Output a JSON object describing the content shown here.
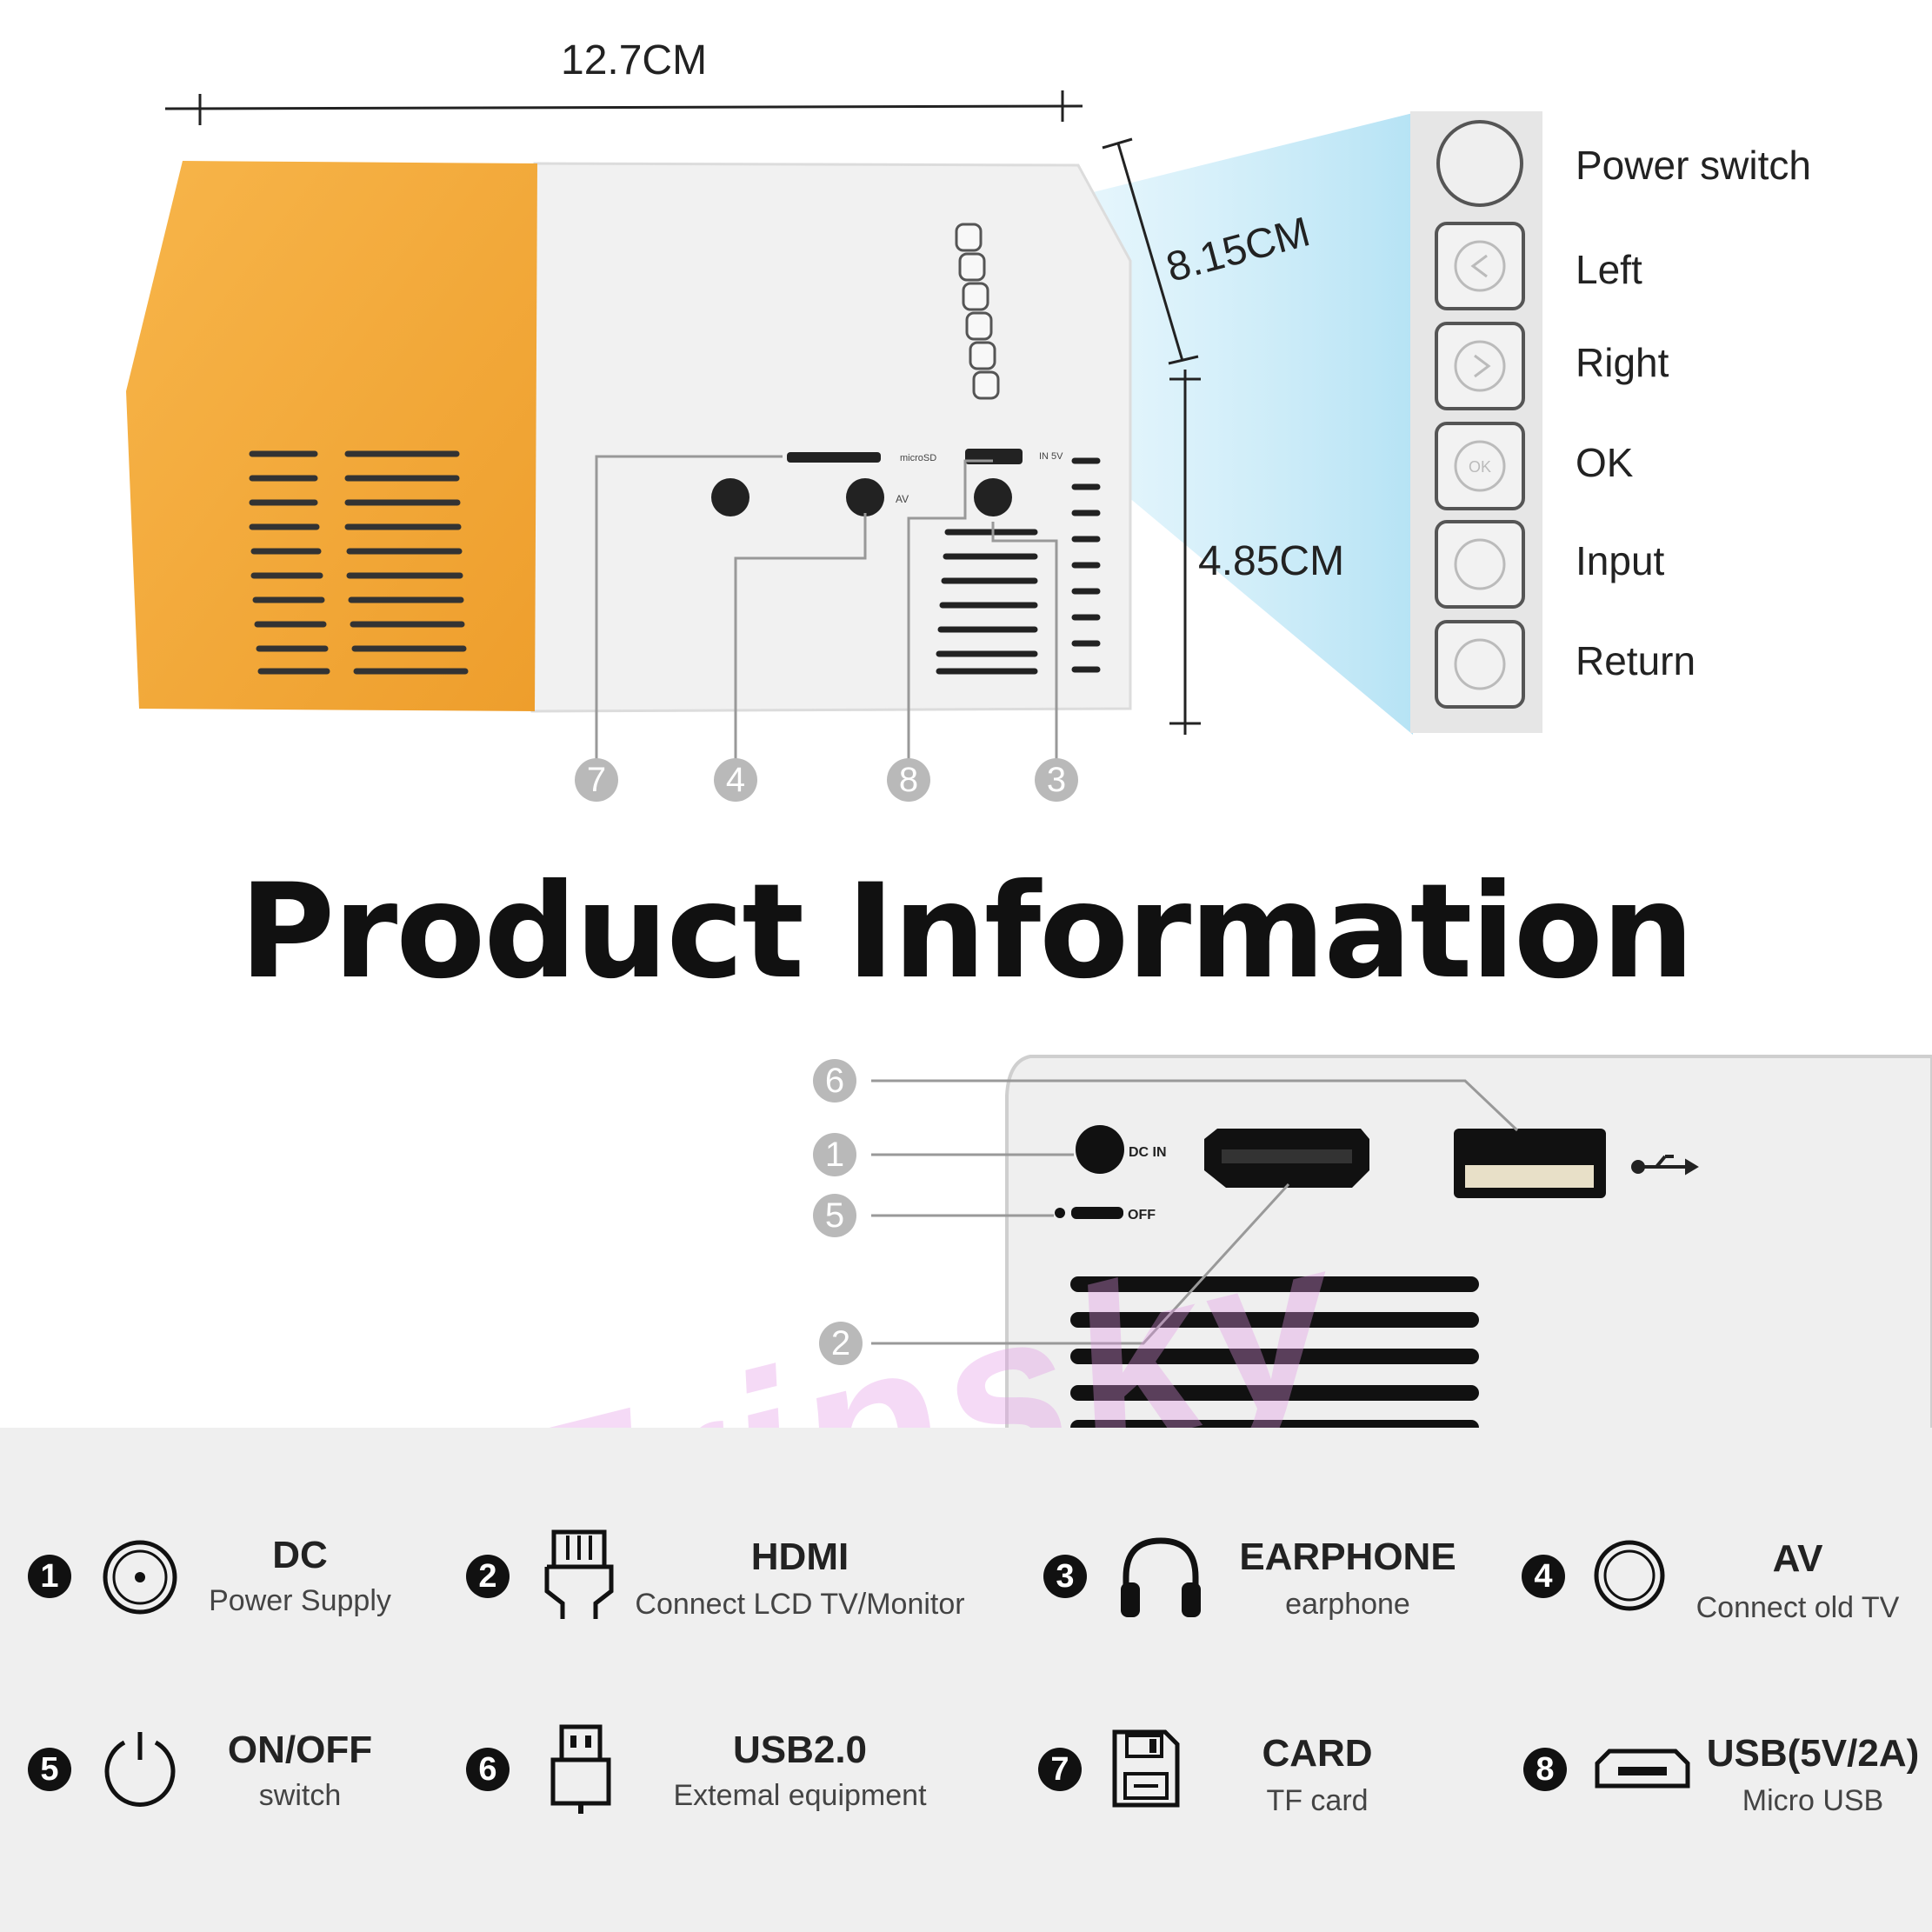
{
  "dimensions": {
    "width": "12.7CM",
    "depth": "8.15CM",
    "height": "4.85CM"
  },
  "buttons": [
    {
      "label": "Power switch"
    },
    {
      "label": "Left"
    },
    {
      "label": "Right"
    },
    {
      "label": "OK"
    },
    {
      "label": "Input"
    },
    {
      "label": "Return"
    }
  ],
  "device_top": {
    "port_labels": {
      "microsd": "microSD",
      "dc5v": "IN 5V",
      "av": "AV"
    },
    "callouts": [
      "7",
      "4",
      "8",
      "3"
    ]
  },
  "title": "Product Information",
  "device_back": {
    "callouts": [
      "6",
      "1",
      "5",
      "2"
    ],
    "port_labels": {
      "dc_in": "DC IN",
      "off": "OFF"
    }
  },
  "watermark": "Tripsky",
  "features": [
    {
      "num": "1",
      "icon": "dc-power-icon",
      "title": "DC",
      "sub": "Power Supply"
    },
    {
      "num": "2",
      "icon": "hdmi-icon",
      "title": "HDMI",
      "sub": "Connect LCD TV/Monitor"
    },
    {
      "num": "3",
      "icon": "headphones-icon",
      "title": "EARPHONE",
      "sub": "earphone"
    },
    {
      "num": "4",
      "icon": "av-port-icon",
      "title": "AV",
      "sub": "Connect old TV"
    },
    {
      "num": "5",
      "icon": "power-icon",
      "title": "ON/OFF",
      "sub": "switch"
    },
    {
      "num": "6",
      "icon": "usb-icon",
      "title": "USB2.0",
      "sub": "Extemal equipment"
    },
    {
      "num": "7",
      "icon": "card-icon",
      "title": "CARD",
      "sub": "TF card"
    },
    {
      "num": "8",
      "icon": "micro-usb-icon",
      "title": "USB(5V/2A)",
      "sub": "Micro USB"
    }
  ],
  "colors": {
    "accent_orange": "#f2a93a",
    "body_white": "#f4f4f4",
    "beam_blue": "#bfe7f7",
    "legend_bg": "#efefef"
  }
}
